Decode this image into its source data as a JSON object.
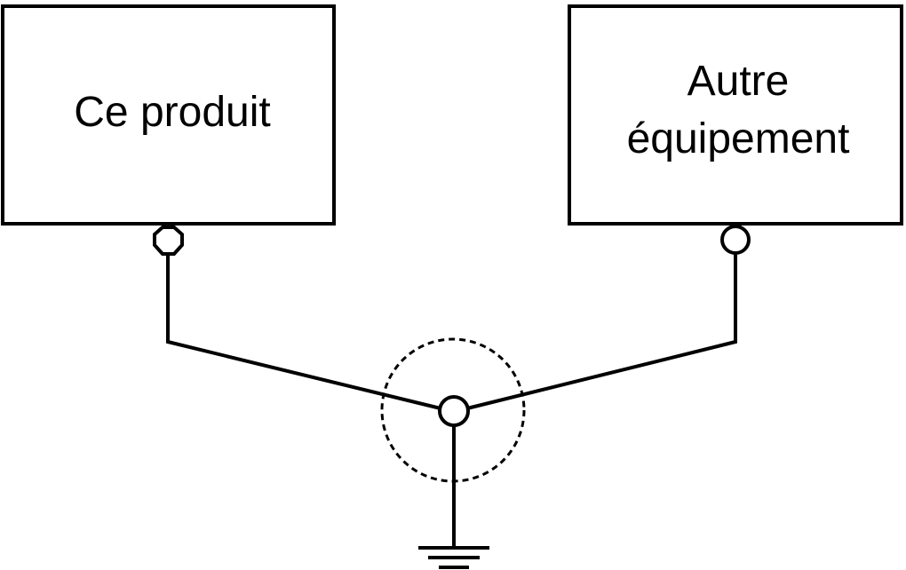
{
  "diagram": {
    "left_box": {
      "label": "Ce produit"
    },
    "right_box": {
      "label_line1": "Autre",
      "label_line2": "équipement"
    }
  },
  "colors": {
    "stroke": "#000000",
    "background": "#ffffff"
  },
  "icons": [
    "ground-symbol-icon",
    "connection-terminal-icon"
  ]
}
